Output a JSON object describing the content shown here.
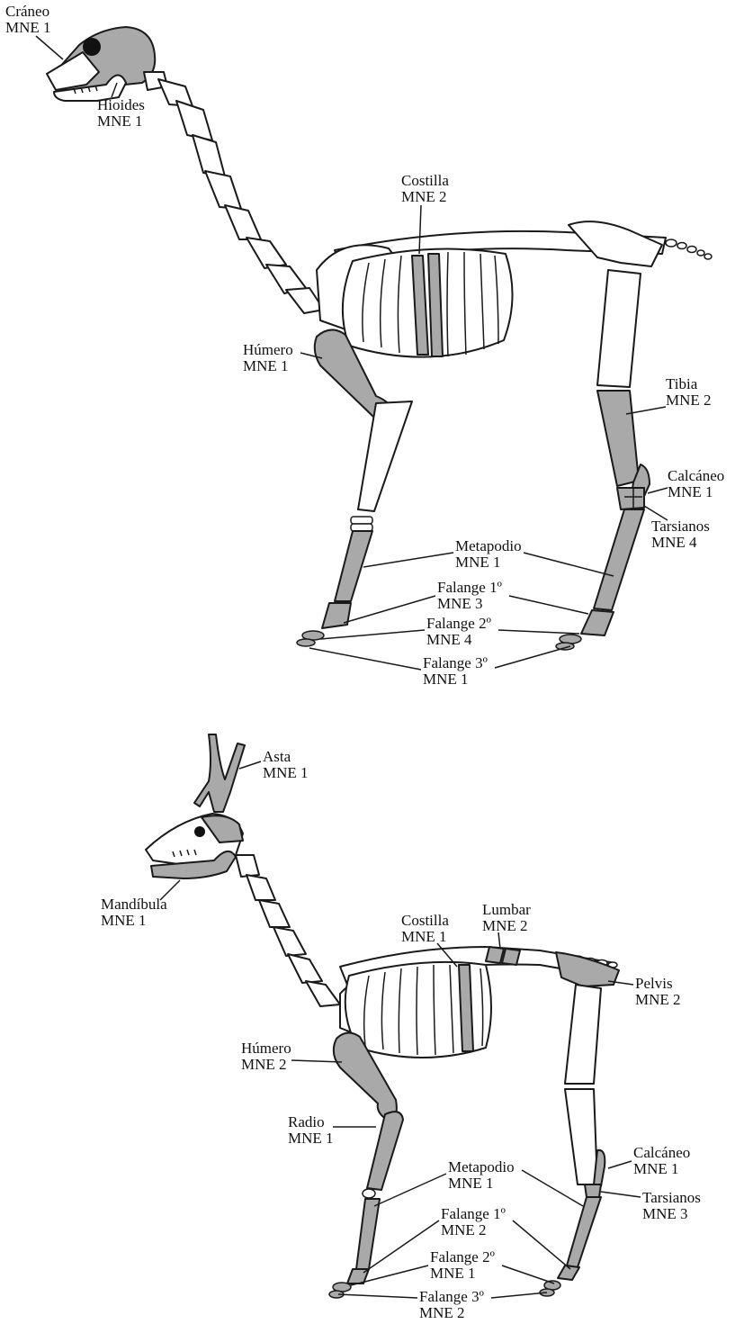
{
  "colors": {
    "highlight": "#a9a9a9",
    "outline": "#1a1a1a",
    "background": "#ffffff"
  },
  "top": {
    "labels": {
      "craneo": {
        "name": "Cráneo",
        "mne": "MNE 1"
      },
      "hioides": {
        "name": "Hioides",
        "mne": "MNE 1"
      },
      "costilla": {
        "name": "Costilla",
        "mne": "MNE 2"
      },
      "humero": {
        "name": "Húmero",
        "mne": "MNE 1"
      },
      "tibia": {
        "name": "Tibia",
        "mne": "MNE 2"
      },
      "calcaneo": {
        "name": "Calcáneo",
        "mne": "MNE 1"
      },
      "tarsianos": {
        "name": "Tarsianos",
        "mne": "MNE 4"
      },
      "metapodio": {
        "name": "Metapodio",
        "mne": "MNE 1"
      },
      "falange1": {
        "name": "Falange 1º",
        "mne": "MNE 3"
      },
      "falange2": {
        "name": "Falange 2º",
        "mne": "MNE 4"
      },
      "falange3": {
        "name": "Falange 3º",
        "mne": "MNE 1"
      }
    }
  },
  "bottom": {
    "labels": {
      "asta": {
        "name": "Asta",
        "mne": "MNE 1"
      },
      "mandibula": {
        "name": "Mandíbula",
        "mne": "MNE 1"
      },
      "costilla": {
        "name": "Costilla",
        "mne": "MNE 1"
      },
      "lumbar": {
        "name": "Lumbar",
        "mne": "MNE 2"
      },
      "pelvis": {
        "name": "Pelvis",
        "mne": "MNE 2"
      },
      "humero": {
        "name": "Húmero",
        "mne": "MNE 2"
      },
      "radio": {
        "name": "Radio",
        "mne": "MNE 1"
      },
      "calcaneo": {
        "name": "Calcáneo",
        "mne": "MNE 1"
      },
      "metapodio": {
        "name": "Metapodio",
        "mne": "MNE 1"
      },
      "tarsianos": {
        "name": "Tarsianos",
        "mne": "MNE 3"
      },
      "falange1": {
        "name": "Falange 1º",
        "mne": "MNE 2"
      },
      "falange2": {
        "name": "Falange 2º",
        "mne": "MNE 1"
      },
      "falange3": {
        "name": "Falange 3º",
        "mne": "MNE 2"
      }
    }
  }
}
